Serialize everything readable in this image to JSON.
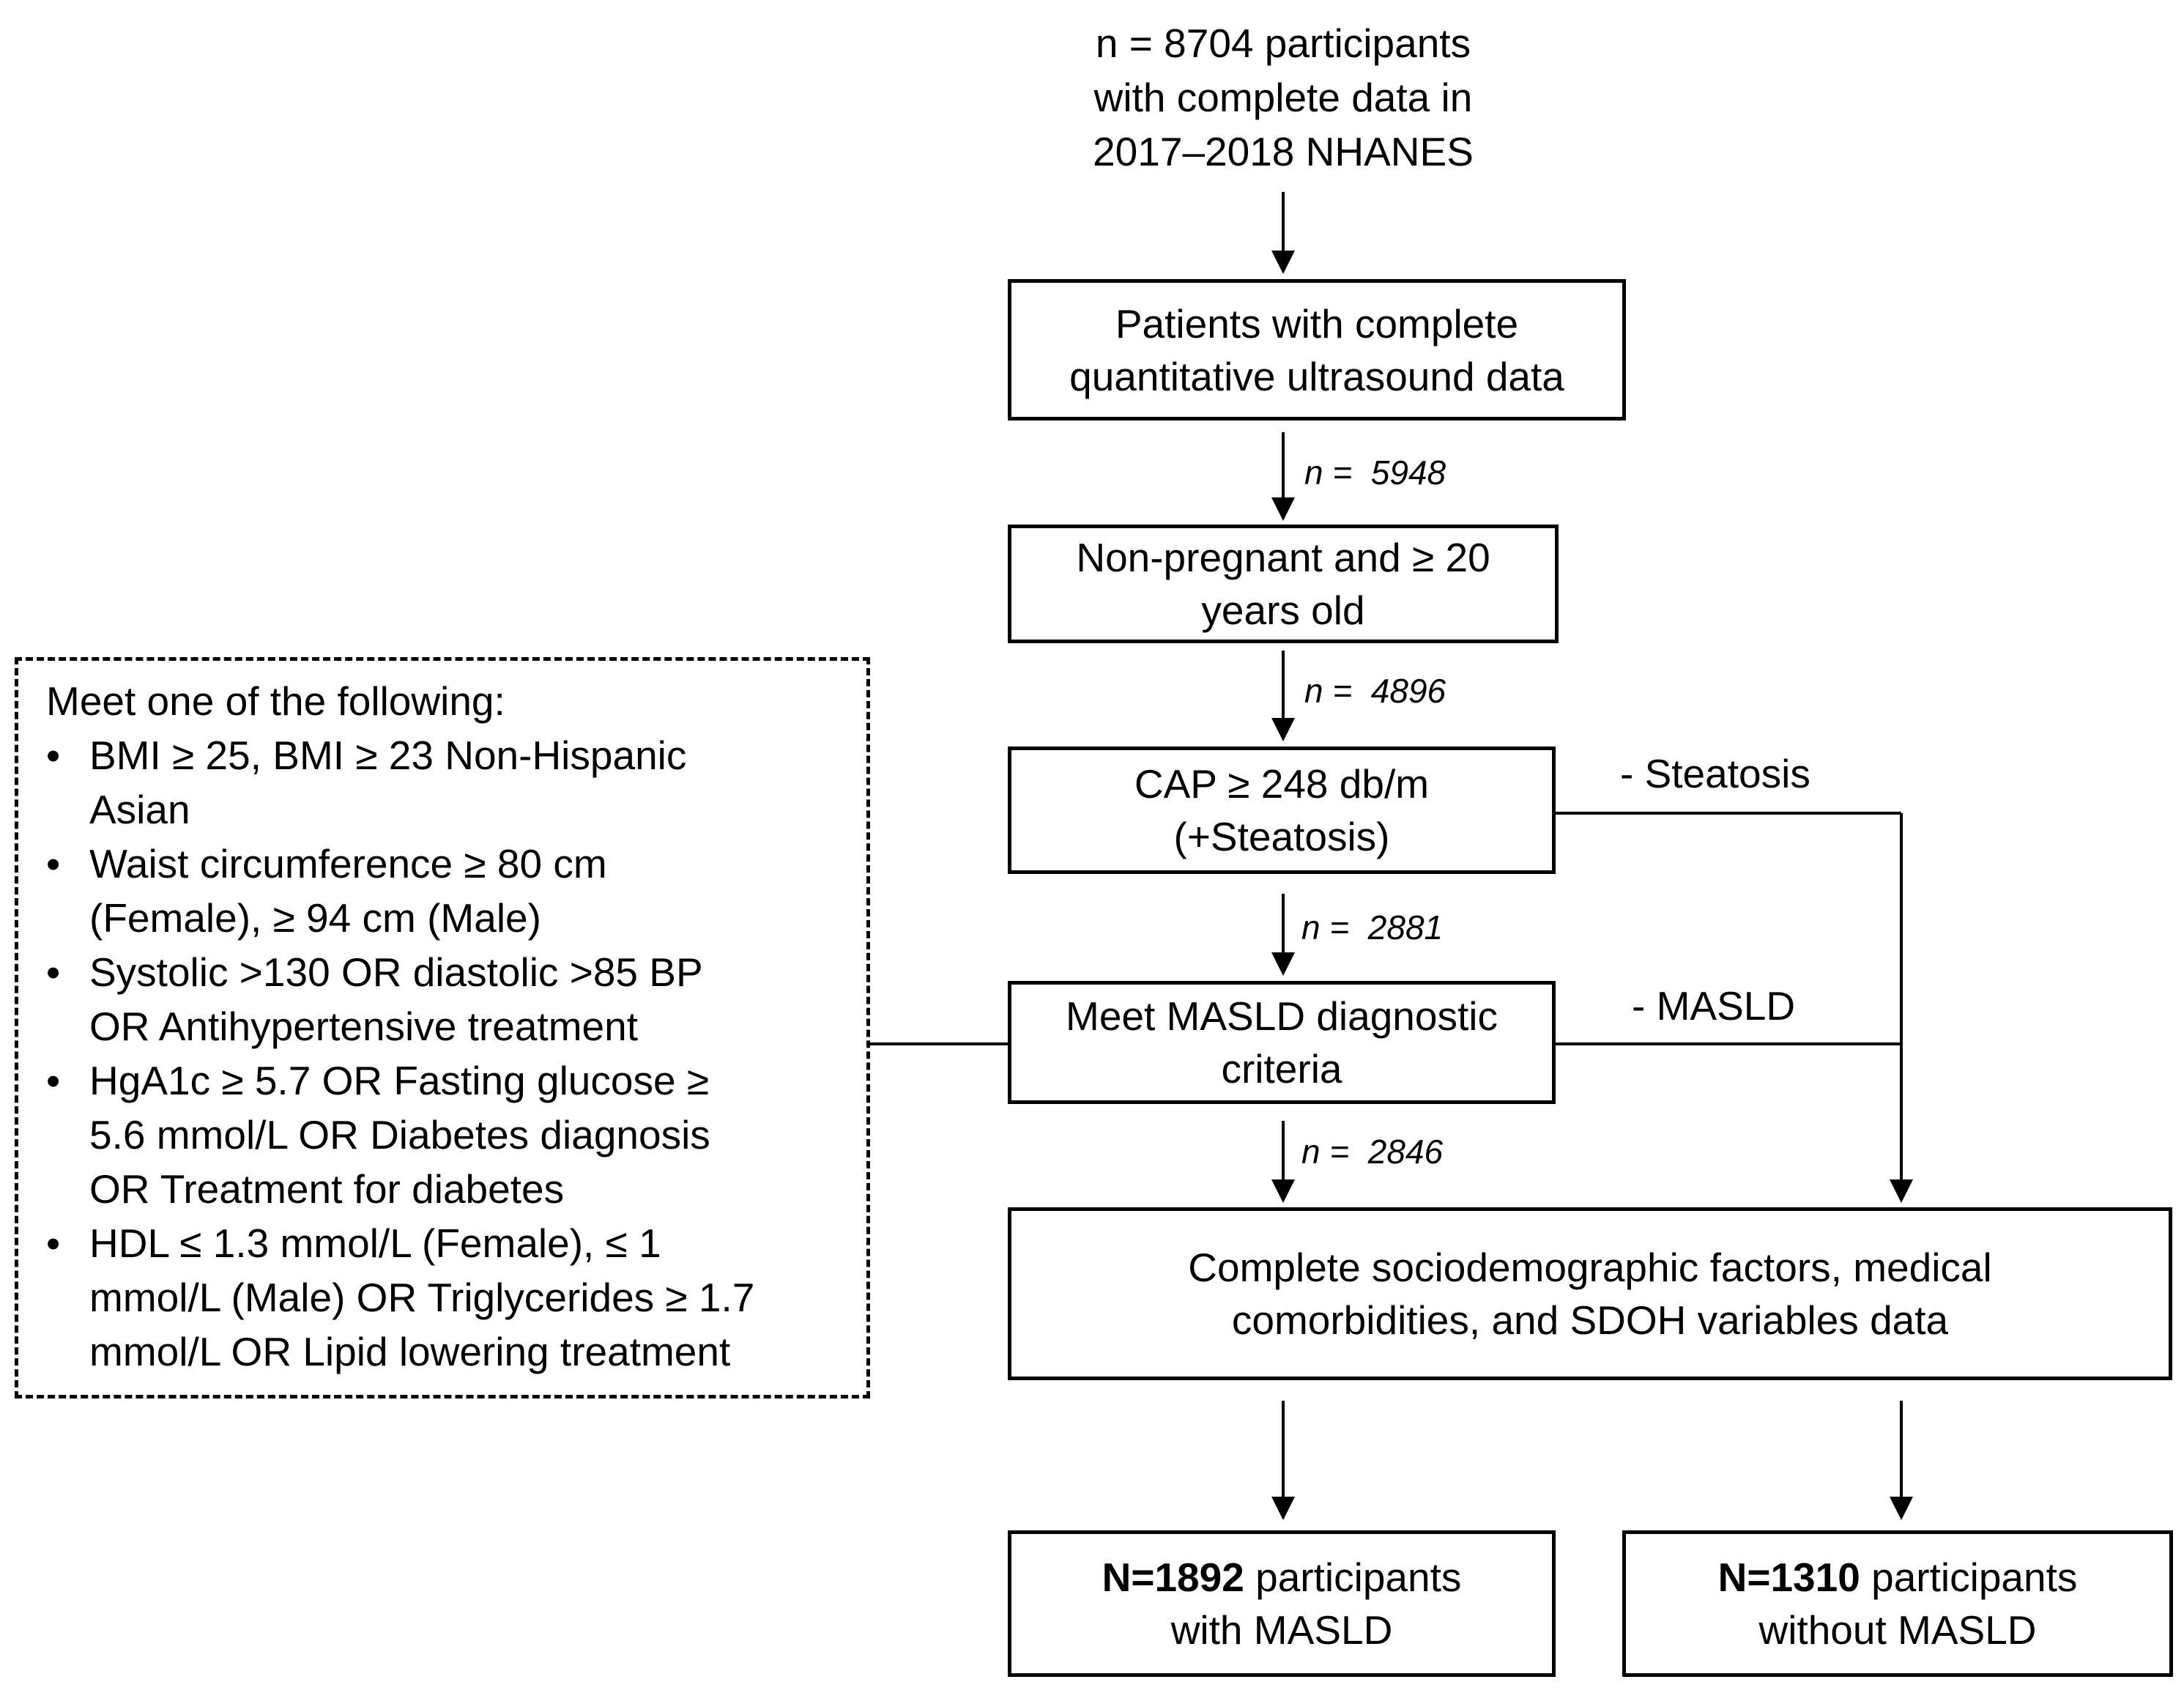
{
  "top_text": [
    "n = 8704 participants",
    "with complete data in",
    "2017–2018 NHANES"
  ],
  "boxes": {
    "ultrasound": [
      "Patients with complete",
      "quantitative ultrasound data"
    ],
    "nonpregnant": [
      "Non-pregnant and ≥ 20",
      "years old"
    ],
    "cap": [
      "CAP ≥ 248 db/m",
      "(+Steatosis)"
    ],
    "masld_criteria": [
      "Meet MASLD diagnostic",
      "criteria"
    ],
    "complete": [
      "Complete sociodemographic factors, medical",
      "comorbidities, and SDOH variables data"
    ],
    "with_masld": {
      "bold": "N=1892",
      "rest": " participants",
      "line2": "with MASLD"
    },
    "without_masld": {
      "bold": "N=1310",
      "rest": " participants",
      "line2": "without MASLD"
    }
  },
  "counts": [
    "n =  5948",
    "n =  4896",
    "n =  2881",
    "n =  2846"
  ],
  "side_labels": {
    "steatosis": "- Steatosis",
    "masld": "- MASLD"
  },
  "criteria": {
    "title": "Meet one of the following:",
    "items": [
      [
        "BMI ≥ 25, BMI ≥ 23 Non-Hispanic",
        "Asian"
      ],
      [
        "Waist circumference ≥ 80 cm",
        "(Female), ≥ 94 cm (Male)"
      ],
      [
        "Systolic >130 OR diastolic >85 BP",
        "OR Antihypertensive treatment"
      ],
      [
        "HgA1c ≥ 5.7 OR Fasting glucose ≥",
        "5.6 mmol/L OR Diabetes diagnosis",
        "OR Treatment for diabetes"
      ],
      [
        "HDL ≤ 1.3 mmol/L (Female), ≤ 1",
        "mmol/L (Male) OR Triglycerides ≥ 1.7",
        "mmol/L OR Lipid lowering treatment"
      ]
    ]
  }
}
